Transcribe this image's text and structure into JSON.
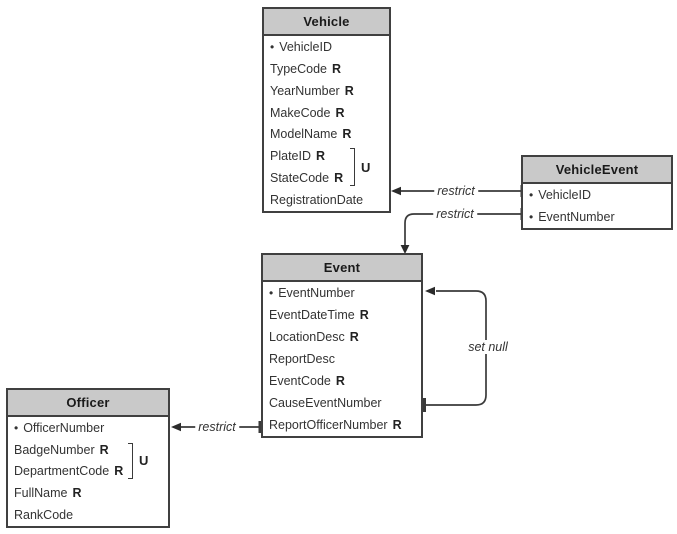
{
  "colors": {
    "table_border": "#404040",
    "header_fill": "#c9c9c9",
    "connector": "#3a3a3a",
    "text": "#333333",
    "background": "#ffffff"
  },
  "markers": {
    "pk": "•",
    "required": "R",
    "unique": "U"
  },
  "tables": {
    "vehicle": {
      "title": "Vehicle",
      "rows": [
        {
          "label": "VehicleID",
          "pk": true
        },
        {
          "label": "TypeCode",
          "required": true
        },
        {
          "label": "YearNumber",
          "required": true
        },
        {
          "label": "MakeCode",
          "required": true
        },
        {
          "label": "ModelName",
          "required": true
        },
        {
          "label": "PlateID",
          "required": true,
          "unique_group": true
        },
        {
          "label": "StateCode",
          "required": true,
          "unique_group": true
        },
        {
          "label": "RegistrationDate"
        }
      ]
    },
    "vehicle_event": {
      "title": "VehicleEvent",
      "rows": [
        {
          "label": "VehicleID",
          "pk": true
        },
        {
          "label": "EventNumber",
          "pk": true
        }
      ]
    },
    "event": {
      "title": "Event",
      "rows": [
        {
          "label": "EventNumber",
          "pk": true
        },
        {
          "label": "EventDateTime",
          "required": true
        },
        {
          "label": "LocationDesc",
          "required": true
        },
        {
          "label": "ReportDesc"
        },
        {
          "label": "EventCode",
          "required": true
        },
        {
          "label": "CauseEventNumber"
        },
        {
          "label": "ReportOfficerNumber",
          "required": true
        }
      ]
    },
    "officer": {
      "title": "Officer",
      "rows": [
        {
          "label": "OfficerNumber",
          "pk": true
        },
        {
          "label": "BadgeNumber",
          "required": true,
          "unique_group": true
        },
        {
          "label": "DepartmentCode",
          "required": true,
          "unique_group": true
        },
        {
          "label": "FullName",
          "required": true
        },
        {
          "label": "RankCode"
        }
      ]
    }
  },
  "relationships": {
    "vehicleevent_to_vehicle": {
      "label": "restrict"
    },
    "vehicleevent_to_event": {
      "label": "restrict"
    },
    "event_self_reference": {
      "label": "set null"
    },
    "event_to_officer": {
      "label": "restrict"
    }
  }
}
